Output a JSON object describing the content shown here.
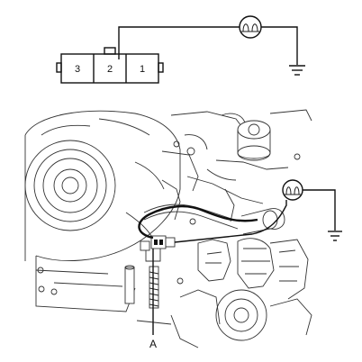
{
  "connector": {
    "pins": [
      "3",
      "2",
      "1"
    ]
  },
  "callout": {
    "label": "A"
  }
}
